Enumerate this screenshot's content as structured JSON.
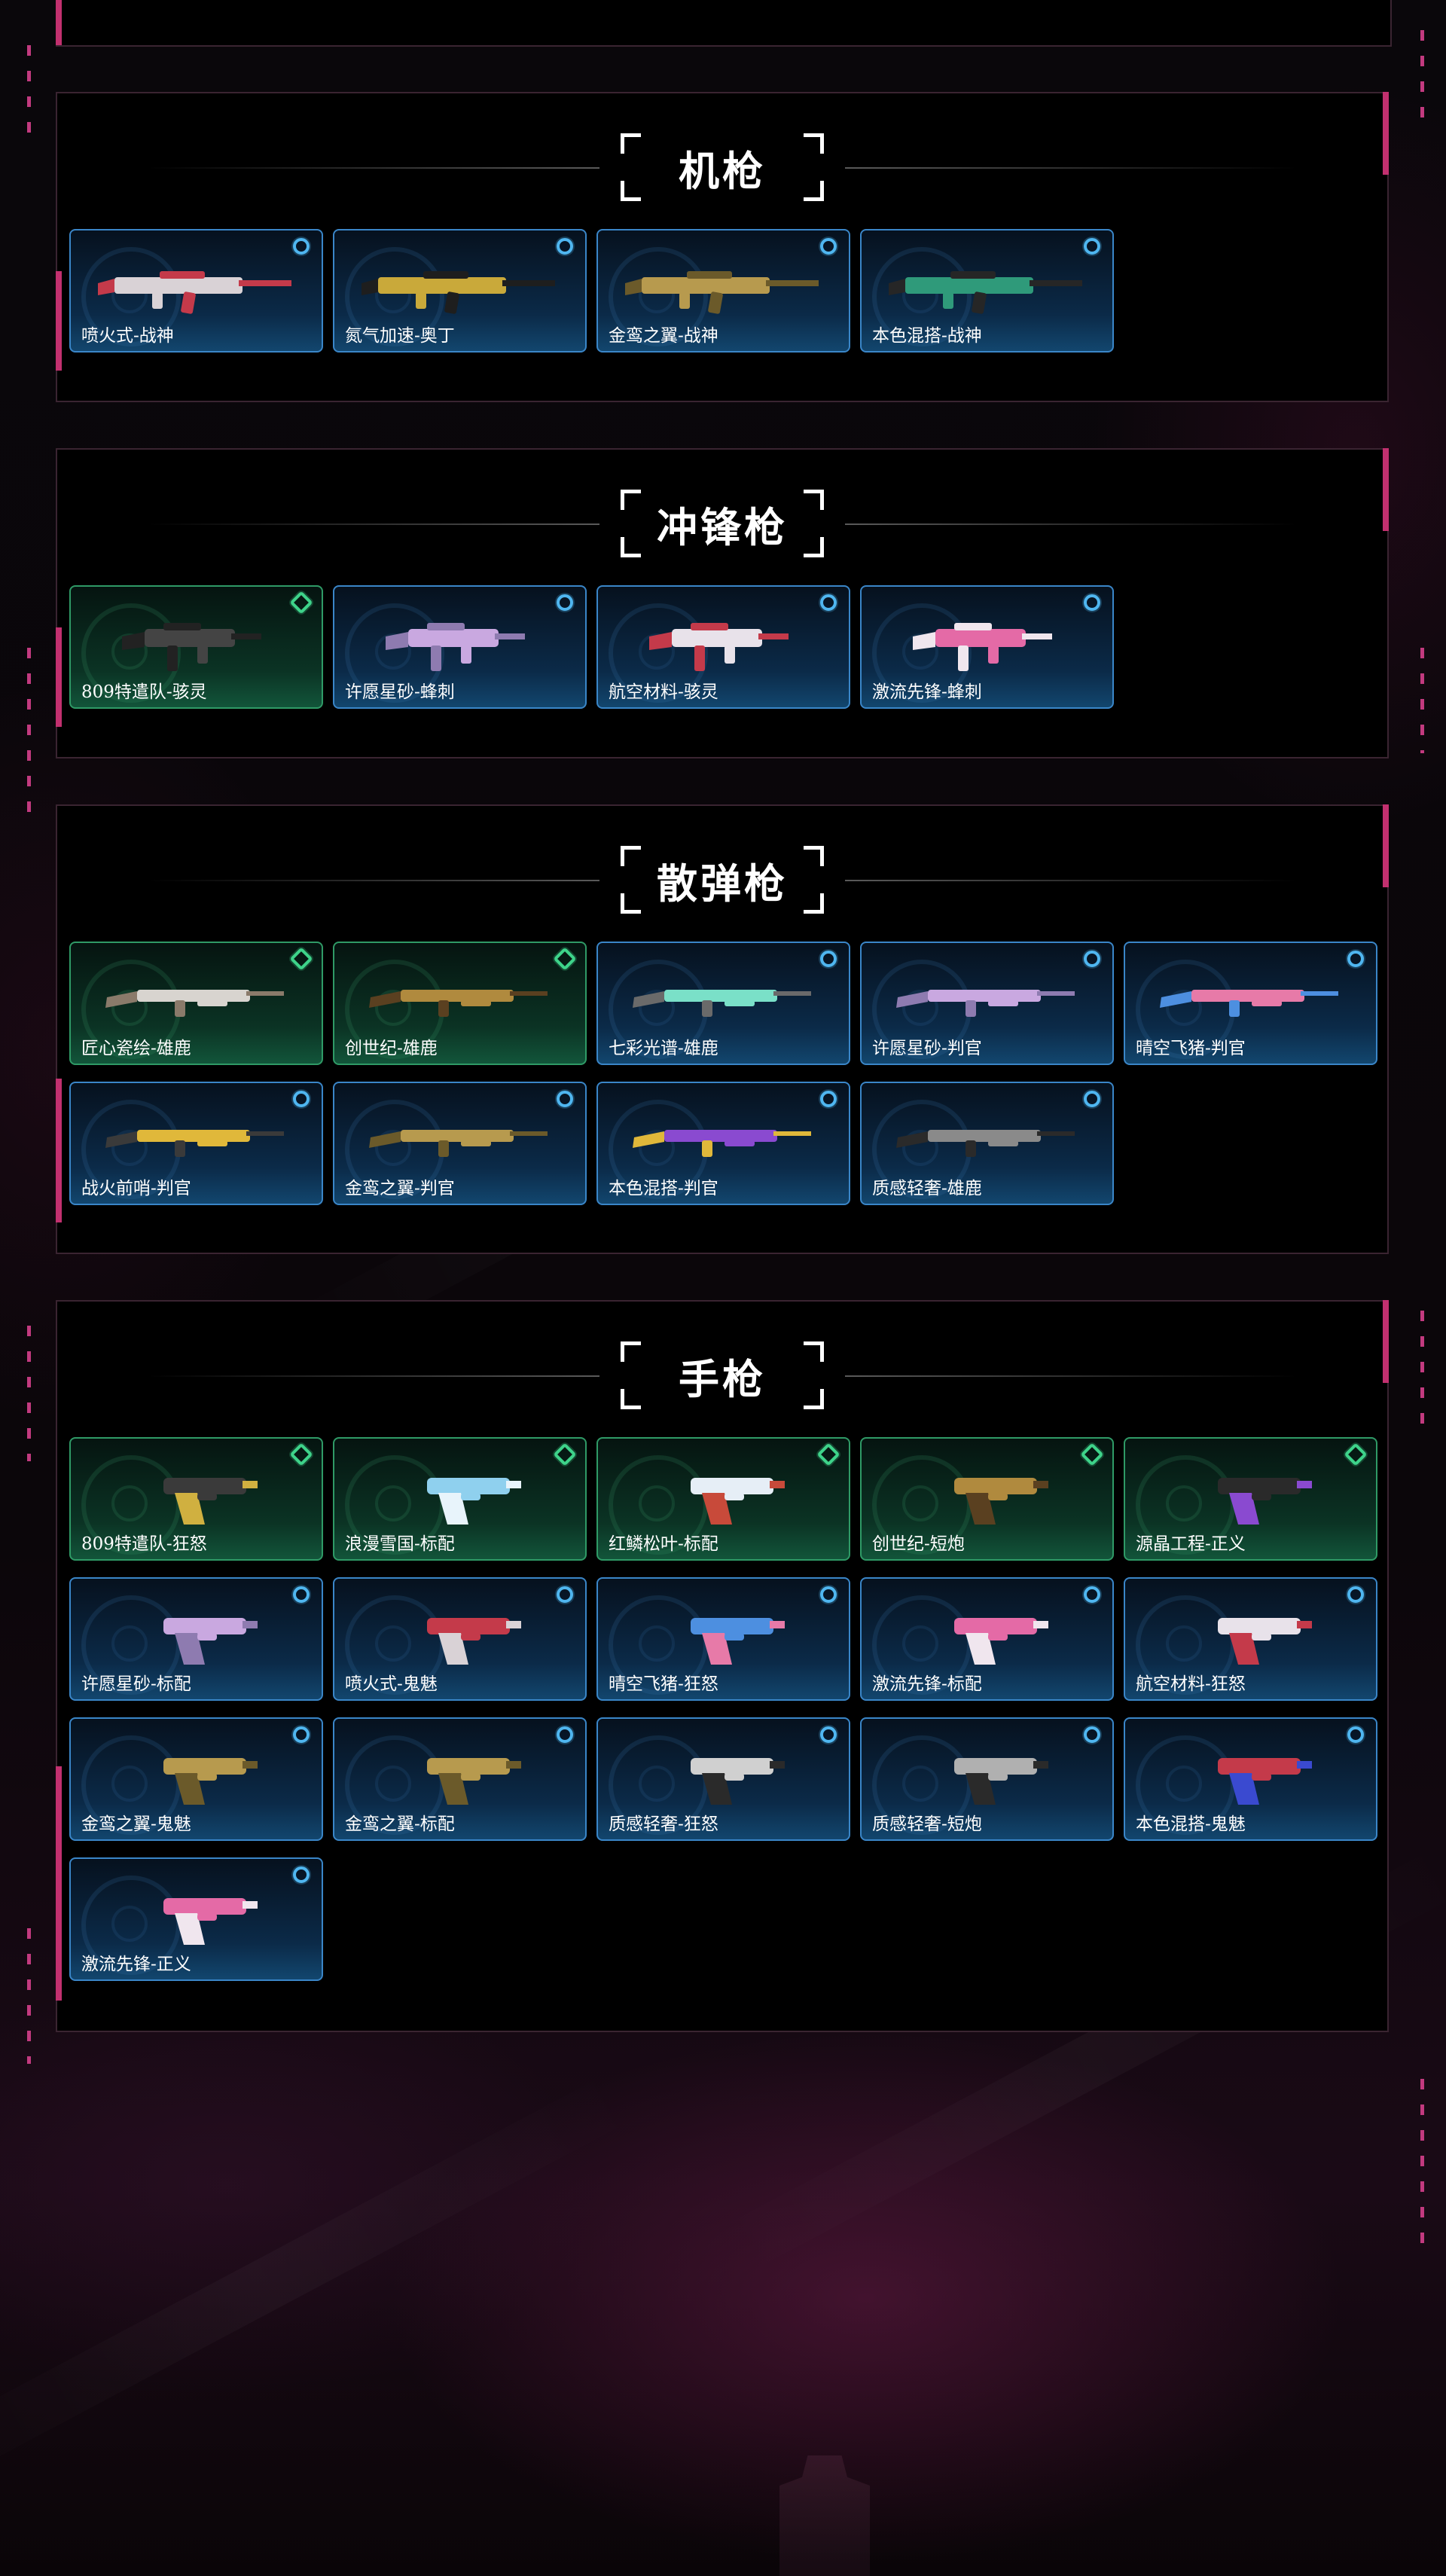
{
  "colors": {
    "accent_pink": "#c2306f",
    "card_blue_border": "#3a86c8",
    "card_green_border": "#2f9a66",
    "rarity_blue": "#4fb6f0",
    "rarity_green": "#3ed38a"
  },
  "sections": [
    {
      "title": "机枪",
      "items": [
        {
          "name": "喷火式-战神",
          "tier": "blue",
          "icon": "machine-gun-icon",
          "c1": "#d9d2d6",
          "c2": "#c43a4a"
        },
        {
          "name": "氮气加速-奥丁",
          "tier": "blue",
          "icon": "machine-gun-icon",
          "c1": "#c9a93a",
          "c2": "#1e1e1e"
        },
        {
          "name": "金鸾之翼-战神",
          "tier": "blue",
          "icon": "machine-gun-icon",
          "c1": "#b79a4e",
          "c2": "#6b5a2a"
        },
        {
          "name": "本色混搭-战神",
          "tier": "blue",
          "icon": "machine-gun-icon",
          "c1": "#2f9a7a",
          "c2": "#262626"
        }
      ]
    },
    {
      "title": "冲锋枪",
      "items": [
        {
          "name": "809特遣队-骇灵",
          "tier": "green",
          "icon": "smg-icon",
          "c1": "#444444",
          "c2": "#222222"
        },
        {
          "name": "许愿星砂-蜂刺",
          "tier": "blue",
          "icon": "smg-icon",
          "c1": "#c9a8e0",
          "c2": "#8e7bb0"
        },
        {
          "name": "航空材料-骇灵",
          "tier": "blue",
          "icon": "smg-icon",
          "c1": "#e8e2ea",
          "c2": "#c43a4a"
        },
        {
          "name": "激流先锋-蜂刺",
          "tier": "blue",
          "icon": "smg-icon",
          "c1": "#e46aa6",
          "c2": "#f0e6ee"
        }
      ]
    },
    {
      "title": "散弹枪",
      "items": [
        {
          "name": "匠心瓷绘-雄鹿",
          "tier": "green",
          "icon": "shotgun-icon",
          "c1": "#d8d4cf",
          "c2": "#8a7a6a"
        },
        {
          "name": "创世纪-雄鹿",
          "tier": "green",
          "icon": "shotgun-icon",
          "c1": "#b08a3e",
          "c2": "#5a4020"
        },
        {
          "name": "七彩光谱-雄鹿",
          "tier": "blue",
          "icon": "shotgun-icon",
          "c1": "#7ae0c8",
          "c2": "#6a6a6a"
        },
        {
          "name": "许愿星砂-判官",
          "tier": "blue",
          "icon": "shotgun-icon",
          "c1": "#c9a8e0",
          "c2": "#8e7bb0"
        },
        {
          "name": "晴空飞猪-判官",
          "tier": "blue",
          "icon": "shotgun-icon",
          "c1": "#e77aa8",
          "c2": "#4d8fe0"
        },
        {
          "name": "战火前哨-判官",
          "tier": "blue",
          "icon": "shotgun-icon",
          "c1": "#e0b83a",
          "c2": "#3a3a3a"
        },
        {
          "name": "金鸾之翼-判官",
          "tier": "blue",
          "icon": "shotgun-icon",
          "c1": "#b79a4e",
          "c2": "#6b5a2a"
        },
        {
          "name": "本色混搭-判官",
          "tier": "blue",
          "icon": "shotgun-icon",
          "c1": "#8a4ad0",
          "c2": "#e0b83a"
        },
        {
          "name": "质感轻奢-雄鹿",
          "tier": "blue",
          "icon": "shotgun-icon",
          "c1": "#8a8a8a",
          "c2": "#2a2a2a"
        }
      ]
    },
    {
      "title": "手枪",
      "items": [
        {
          "name": "809特遣队-狂怒",
          "tier": "green",
          "icon": "pistol-icon",
          "c1": "#3a3a3a",
          "c2": "#d0b040"
        },
        {
          "name": "浪漫雪国-标配",
          "tier": "green",
          "icon": "pistol-icon",
          "c1": "#8fd0ee",
          "c2": "#e8f4fb"
        },
        {
          "name": "红鳞松叶-标配",
          "tier": "green",
          "icon": "pistol-icon",
          "c1": "#e6eef6",
          "c2": "#c84a3a"
        },
        {
          "name": "创世纪-短炮",
          "tier": "green",
          "icon": "pistol-icon",
          "c1": "#b08a3e",
          "c2": "#5a4020"
        },
        {
          "name": "源晶工程-正义",
          "tier": "green",
          "icon": "pistol-icon",
          "c1": "#2a2a2a",
          "c2": "#8a4ad0"
        },
        {
          "name": "许愿星砂-标配",
          "tier": "blue",
          "icon": "pistol-icon",
          "c1": "#c9a8e0",
          "c2": "#8e7bb0"
        },
        {
          "name": "喷火式-鬼魅",
          "tier": "blue",
          "icon": "pistol-icon",
          "c1": "#c43a4a",
          "c2": "#d9d2d6"
        },
        {
          "name": "晴空飞猪-狂怒",
          "tier": "blue",
          "icon": "pistol-icon",
          "c1": "#4d8fe0",
          "c2": "#e77aa8"
        },
        {
          "name": "激流先锋-标配",
          "tier": "blue",
          "icon": "pistol-icon",
          "c1": "#e46aa6",
          "c2": "#f0e6ee"
        },
        {
          "name": "航空材料-狂怒",
          "tier": "blue",
          "icon": "pistol-icon",
          "c1": "#e8e2ea",
          "c2": "#c43a4a"
        },
        {
          "name": "金鸾之翼-鬼魅",
          "tier": "blue",
          "icon": "pistol-icon",
          "c1": "#b79a4e",
          "c2": "#6b5a2a"
        },
        {
          "name": "金鸾之翼-标配",
          "tier": "blue",
          "icon": "pistol-icon",
          "c1": "#b79a4e",
          "c2": "#6b5a2a"
        },
        {
          "name": "质感轻奢-狂怒",
          "tier": "blue",
          "icon": "pistol-icon",
          "c1": "#d0d0d0",
          "c2": "#2a2a2a"
        },
        {
          "name": "质感轻奢-短炮",
          "tier": "blue",
          "icon": "pistol-icon",
          "c1": "#b0b0b0",
          "c2": "#2a2a2a"
        },
        {
          "name": "本色混搭-鬼魅",
          "tier": "blue",
          "icon": "pistol-icon",
          "c1": "#c43a4a",
          "c2": "#3a4ad0"
        },
        {
          "name": "激流先锋-正义",
          "tier": "blue",
          "icon": "pistol-icon",
          "c1": "#e46aa6",
          "c2": "#f0e6ee"
        }
      ]
    }
  ]
}
